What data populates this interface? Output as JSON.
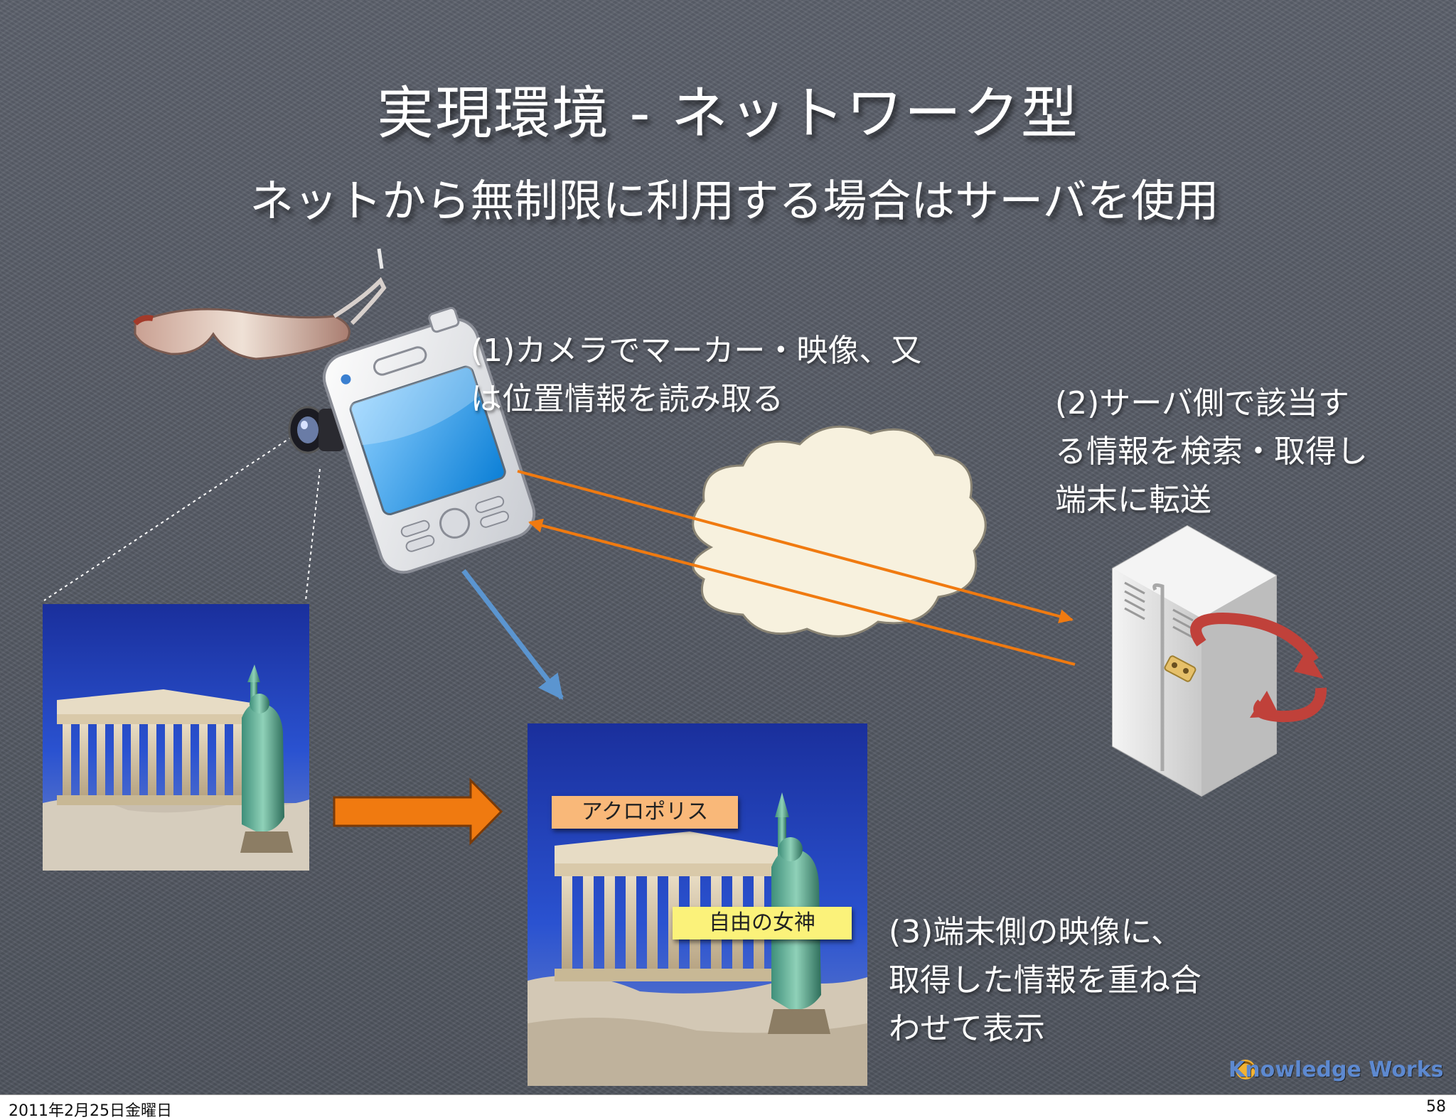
{
  "slide": {
    "title": "実現環境 - ネットワーク型",
    "subtitle": "ネットから無制限に利用する場合はサーバを使用"
  },
  "steps": {
    "step1": {
      "line1": "(1)カメラでマーカー・映像、又",
      "line2": "は位置情報を読み取る"
    },
    "step2": {
      "line1": "(2)サーバ側で該当す",
      "line2": "る情報を検索・取得し",
      "line3": "端末に転送"
    },
    "step3": {
      "line1": "(3)端末側の映像に、",
      "line2": "取得した情報を重ね合",
      "line3": "わせて表示"
    }
  },
  "overlay_labels": {
    "label1": "アクロポリス",
    "label2": "自由の女神"
  },
  "branding": {
    "logo_text": "Knowledge Works"
  },
  "footer": {
    "date": "2011年2月25日金曜日",
    "page": "58"
  },
  "colors": {
    "arrow_orange": "#f07a10",
    "arrow_blue": "#5b95d0",
    "label1_bg": "#f9b879",
    "label2_bg": "#fbf27a",
    "photo_sky": "#1c3bb5",
    "cloud": "#f7f1de"
  },
  "icons": [
    "glasses-icon",
    "pda-icon",
    "camera-icon",
    "cloud-icon",
    "server-icon",
    "sync-arrows-icon",
    "logo-icon"
  ]
}
